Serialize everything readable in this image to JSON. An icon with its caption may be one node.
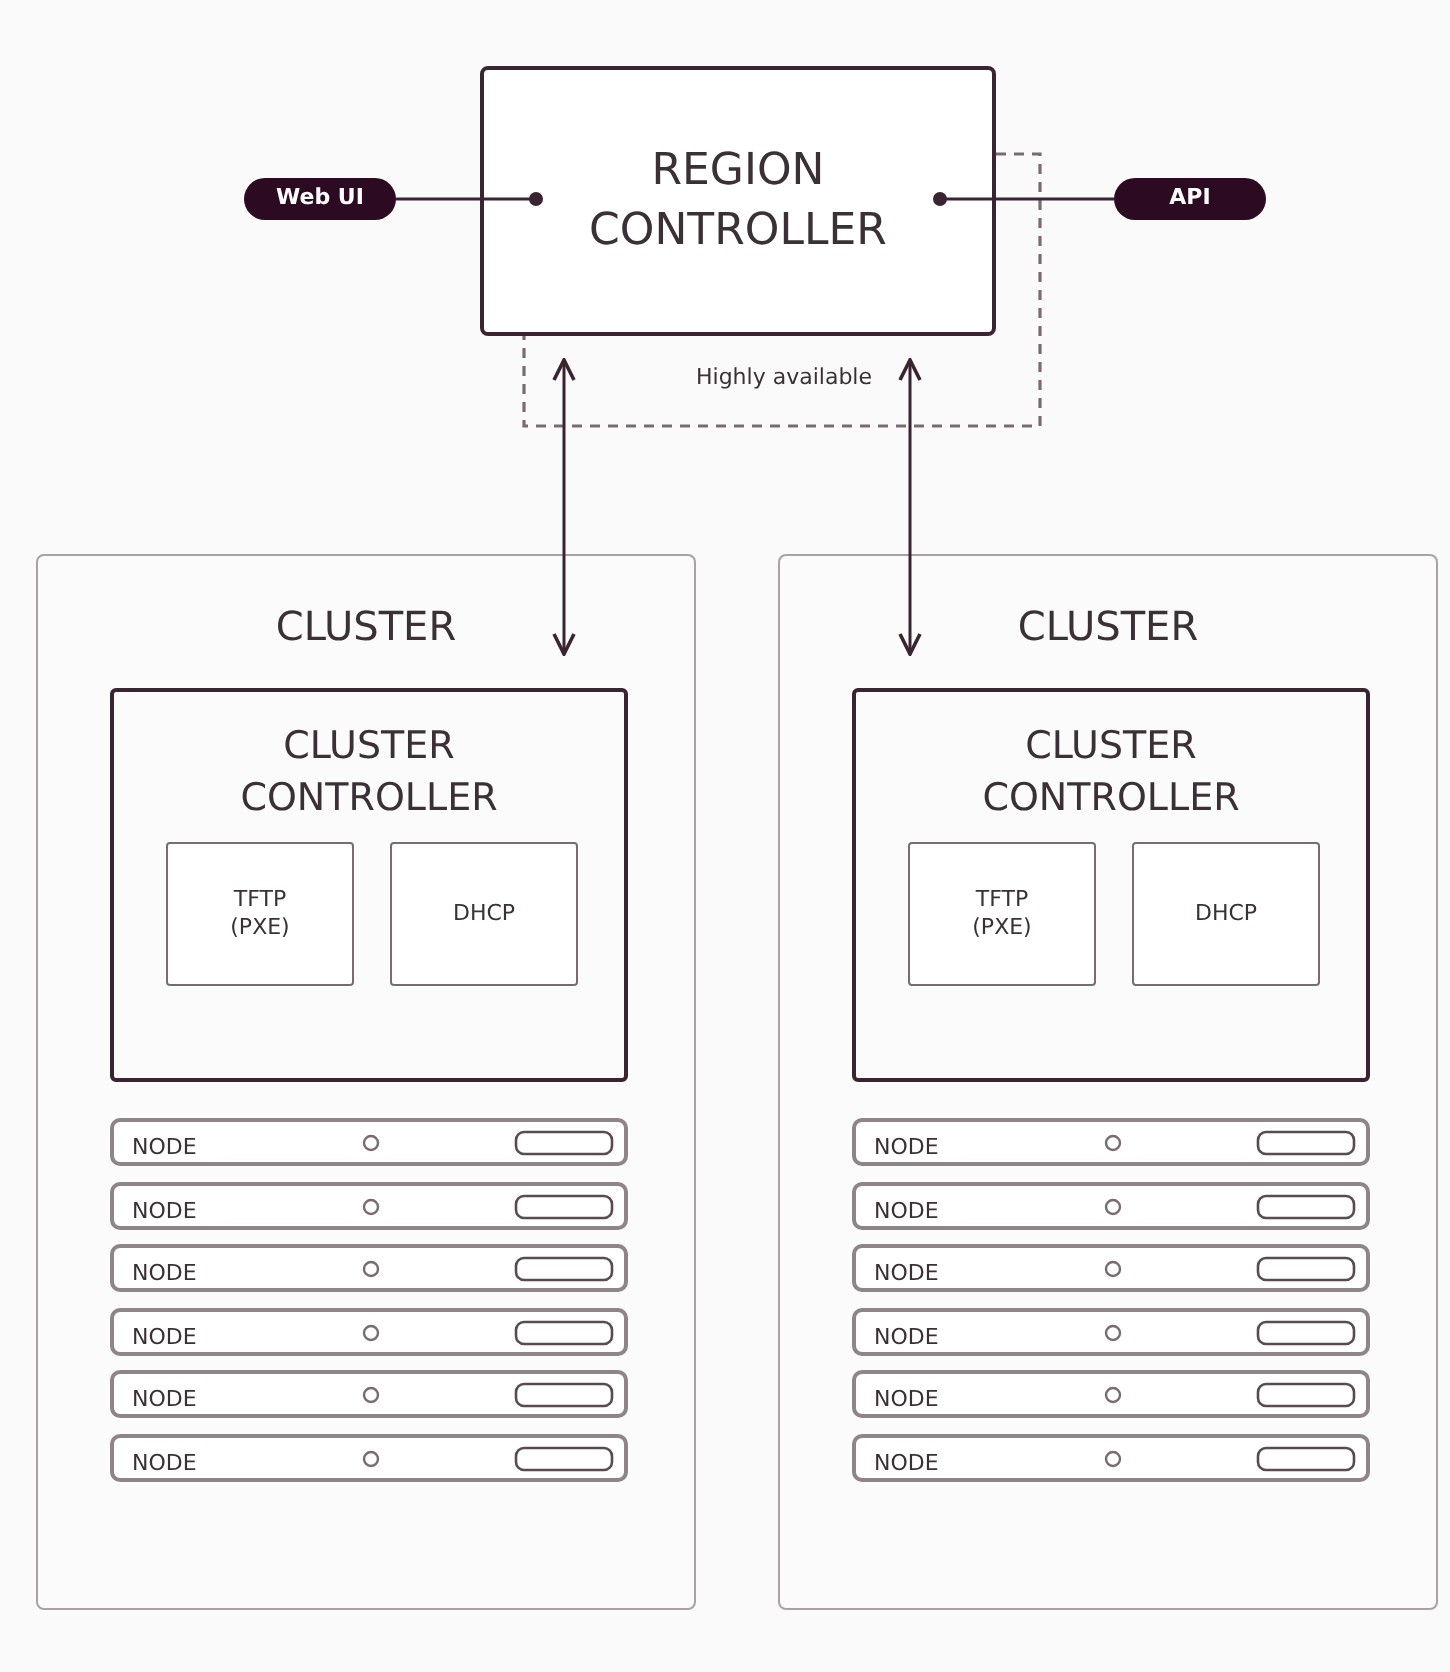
{
  "diagram": {
    "nodes": [
      {
        "text": [
          "Web UI"
        ]
      },
      {
        "text": [
          "REGION CONTROLLER"
        ]
      },
      {
        "text": [
          "API"
        ]
      },
      {
        "text": [
          "CLUSTER"
        ]
      },
      {
        "text": [
          "CLUSTER CONTROLLER"
        ],
        "in": 3
      },
      {
        "text": [
          "TFTP (PXE)"
        ],
        "in": 4
      },
      {
        "text": [
          "DHCP"
        ],
        "in": 4
      },
      {
        "text": [
          "NODE"
        ],
        "in": 3
      },
      {
        "text": [
          "NODE"
        ],
        "in": 3
      },
      {
        "text": [
          "NODE"
        ],
        "in": 3
      },
      {
        "text": [
          "NODE"
        ],
        "in": 3
      },
      {
        "text": [
          "NODE"
        ],
        "in": 3
      },
      {
        "text": [
          "NODE"
        ],
        "in": 3
      },
      {
        "text": [
          "CLUSTER"
        ]
      },
      {
        "text": [
          "CLUSTER CONTROLLER"
        ],
        "in": 13
      },
      {
        "text": [
          "TFTP (PXE)"
        ],
        "in": 14
      },
      {
        "text": [
          "DHCP"
        ],
        "in": 14
      },
      {
        "text": [
          "NODE"
        ],
        "in": 13
      },
      {
        "text": [
          "NODE"
        ],
        "in": 13
      },
      {
        "text": [
          "NODE"
        ],
        "in": 13
      },
      {
        "text": [
          "NODE"
        ],
        "in": 13
      },
      {
        "text": [
          "NODE"
        ],
        "in": 13
      },
      {
        "text": [
          "NODE"
        ],
        "in": 13
      }
    ],
    "edges": [
      {
        "from": 0,
        "to": 1,
        "arrow": "other"
      },
      {
        "from": 2,
        "to": 1,
        "arrow": "other"
      },
      {
        "from": 1,
        "to": 4,
        "arrow": "both"
      },
      {
        "from": 1,
        "to": 14,
        "arrow": "both"
      }
    ],
    "labels": [
      "Highly available"
    ]
  }
}
